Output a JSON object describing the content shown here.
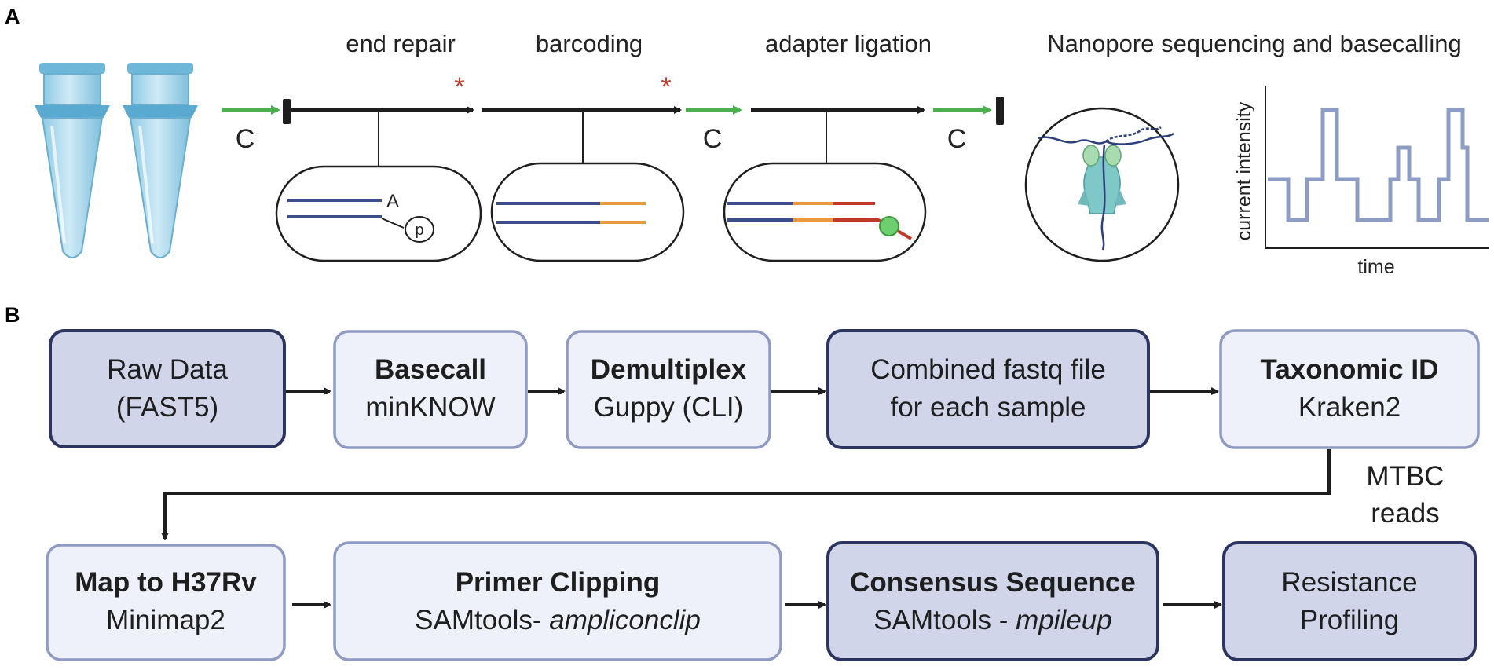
{
  "panels": {
    "a": "A",
    "b": "B"
  },
  "panel_a": {
    "steps": [
      {
        "id": "end-repair",
        "label": "end repair"
      },
      {
        "id": "barcoding",
        "label": "barcoding"
      },
      {
        "id": "adapter-ligation",
        "label": "adapter ligation"
      },
      {
        "id": "sequencing",
        "label": "Nanopore sequencing and basecalling"
      }
    ],
    "c_label": "C",
    "end_repair_a_label": "A",
    "end_repair_p_label": "p",
    "signal_plot": {
      "ylabel": "current intensity",
      "xlabel": "time"
    },
    "colors": {
      "strand_blue": "#3d4f8a",
      "barcode_orange": "#e89a3c",
      "adapter_red": "#c0392b",
      "arrow_green": "#4caf50",
      "asterisk_red": "#c0392b",
      "signal_line": "#8c9cc4"
    }
  },
  "panel_b": {
    "boxes": [
      {
        "id": "raw-data",
        "line1": "Raw Data",
        "line2": "(FAST5)",
        "style": "dark",
        "bold_first": false
      },
      {
        "id": "basecall",
        "line1": "Basecall",
        "line2": "minKNOW",
        "style": "light",
        "bold_first": true
      },
      {
        "id": "demultiplex",
        "line1": "Demultiplex",
        "line2": "Guppy (CLI)",
        "style": "light",
        "bold_first": true
      },
      {
        "id": "combined-fastq",
        "line1": "Combined fastq file",
        "line2": "for each sample",
        "style": "dark",
        "bold_first": false
      },
      {
        "id": "taxonomic-id",
        "line1": "Taxonomic ID",
        "line2": "Kraken2",
        "style": "light",
        "bold_first": true
      },
      {
        "id": "map-h37rv",
        "line1": "Map to H37Rv",
        "line2": "Minimap2",
        "style": "light",
        "bold_first": true
      },
      {
        "id": "primer-clipping",
        "line1": "Primer Clipping",
        "line2_plain": "SAMtools- ",
        "line2_italic": "ampliconclip",
        "style": "light",
        "bold_first": true
      },
      {
        "id": "consensus",
        "line1": "Consensus Sequence",
        "line2_plain": "SAMtools - ",
        "line2_italic": "mpileup",
        "style": "dark",
        "bold_first": true
      },
      {
        "id": "resistance",
        "line1": "Resistance",
        "line2": "Profiling",
        "style": "dark",
        "bold_first": false
      }
    ],
    "connector_label_line1": "MTBC",
    "connector_label_line2": "reads",
    "colors": {
      "dark_fill": "#d0d5ea",
      "dark_border": "#2c3560",
      "light_fill": "#eef1f9",
      "light_border": "#8f9bc2"
    }
  }
}
